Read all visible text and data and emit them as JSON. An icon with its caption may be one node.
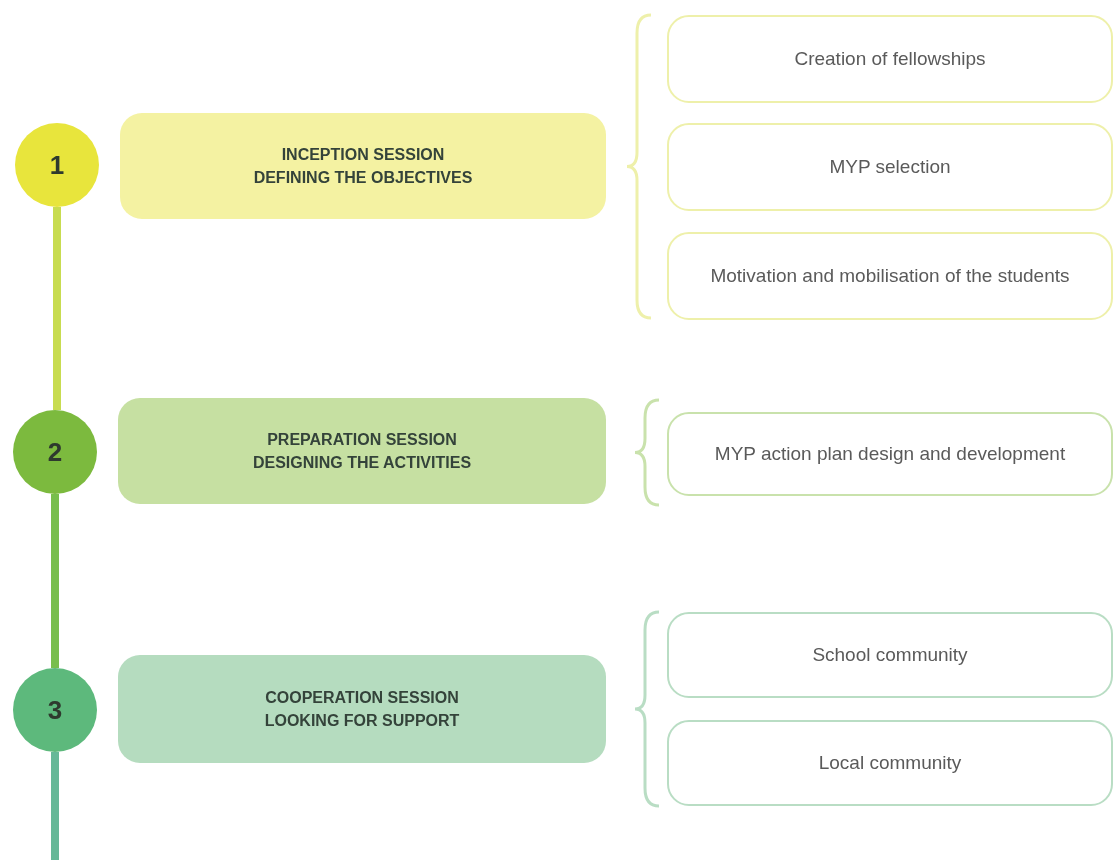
{
  "diagram": {
    "nodes": [
      {
        "text": [
          "1"
        ]
      },
      {
        "text": [
          "INCEPTION SESSION",
          "DEFINING THE OBJECTIVES"
        ]
      },
      {
        "text": [
          "Creation of fellowships"
        ]
      },
      {
        "text": [
          "MYP selection"
        ]
      },
      {
        "text": [
          "Motivation and mobilisation of the students"
        ]
      },
      {
        "text": [
          "2"
        ]
      },
      {
        "text": [
          "PREPARATION SESSION",
          "DESIGNING THE ACTIVITIES"
        ]
      },
      {
        "text": [
          "MYP action plan design and development"
        ]
      },
      {
        "text": [
          "3"
        ]
      },
      {
        "text": [
          "COOPERATION SESSION",
          "LOOKING FOR SUPPORT"
        ]
      },
      {
        "text": [
          "School community"
        ]
      },
      {
        "text": [
          "Local community"
        ]
      }
    ],
    "edges": [
      {
        "from": 0,
        "to": 5,
        "arrow": "none",
        "color": "#c8dc50"
      },
      {
        "from": 5,
        "to": 8,
        "arrow": "none",
        "color": "#78be4c"
      },
      {
        "from": 8,
        "to": null,
        "arrow": "none",
        "color": "#66b898"
      }
    ]
  }
}
